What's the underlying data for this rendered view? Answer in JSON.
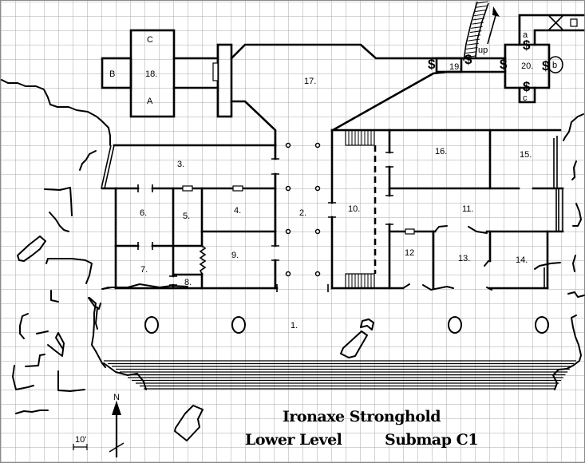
{
  "title": {
    "name": "Ironaxe Stronghold",
    "level": "Lower Level",
    "submap": "Submap C1"
  },
  "rooms": {
    "r1": "1.",
    "r2": "2.",
    "r3": "3.",
    "r4": "4.",
    "r5": "5.",
    "r6": "6.",
    "r7": "7.",
    "r8": "8.",
    "r9": "9.",
    "r10": "10.",
    "r11": "11.",
    "r12": "12",
    "r13": "13.",
    "r14": "14.",
    "r15": "15.",
    "r16": "16.",
    "r17": "17.",
    "r18": "18.",
    "r19": "19.",
    "r20": "20."
  },
  "sub_areas": {
    "A": "A",
    "B": "B",
    "C": "C",
    "a": "a",
    "b": "b",
    "c": "c"
  },
  "secret_door": "$",
  "stairs_label": "up",
  "compass_label": "N",
  "scale_label": "10'"
}
